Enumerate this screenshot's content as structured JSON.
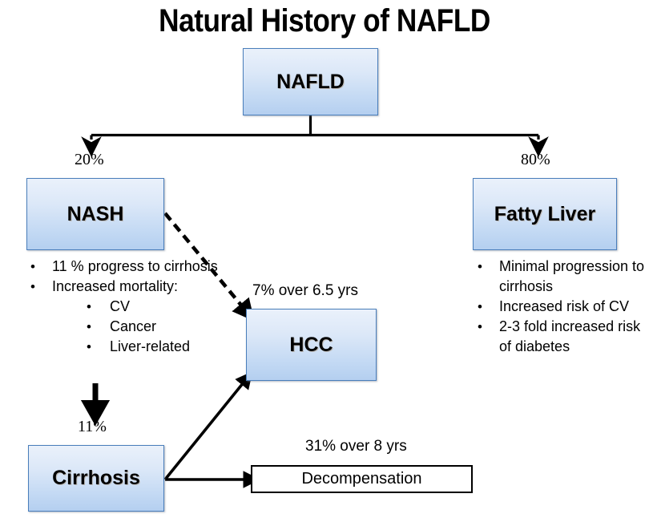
{
  "title": "Natural History of NAFLD",
  "nodes": {
    "nafld": "NAFLD",
    "nash": "NASH",
    "fatty_liver": "Fatty Liver",
    "hcc": "HCC",
    "cirrhosis": "Cirrhosis",
    "decompensation": "Decompensation"
  },
  "edge_labels": {
    "nafld_to_nash": "20%",
    "nafld_to_fatty_liver": "80%",
    "nash_to_cirrhosis": "11%",
    "nash_to_hcc": "7% over 6.5 yrs",
    "cirrhosis_to_decompensation": "31% over 8 yrs"
  },
  "bullets_left": [
    {
      "level": 1,
      "marker": "•",
      "text": "11 % progress to cirrhosis"
    },
    {
      "level": 1,
      "marker": "•",
      "text": "Increased mortality:"
    },
    {
      "level": 2,
      "marker": "•",
      "text": "CV"
    },
    {
      "level": 2,
      "marker": "•",
      "text": "Cancer"
    },
    {
      "level": 2,
      "marker": "•",
      "text": "Liver-related"
    }
  ],
  "bullets_right": [
    {
      "level": 1,
      "marker": "•",
      "text": "Minimal progression to cirrhosis"
    },
    {
      "level": 1,
      "marker": "•",
      "text": "Increased risk of CV"
    },
    {
      "level": 1,
      "marker": "•",
      "text": "2-3 fold increased risk of diabetes"
    }
  ],
  "colors": {
    "node_fill_top": "#eaf1fb",
    "node_fill_bottom": "#b4cff0",
    "node_border": "#4a7ebb",
    "connector": "#000000",
    "background": "#ffffff",
    "text": "#000000"
  }
}
